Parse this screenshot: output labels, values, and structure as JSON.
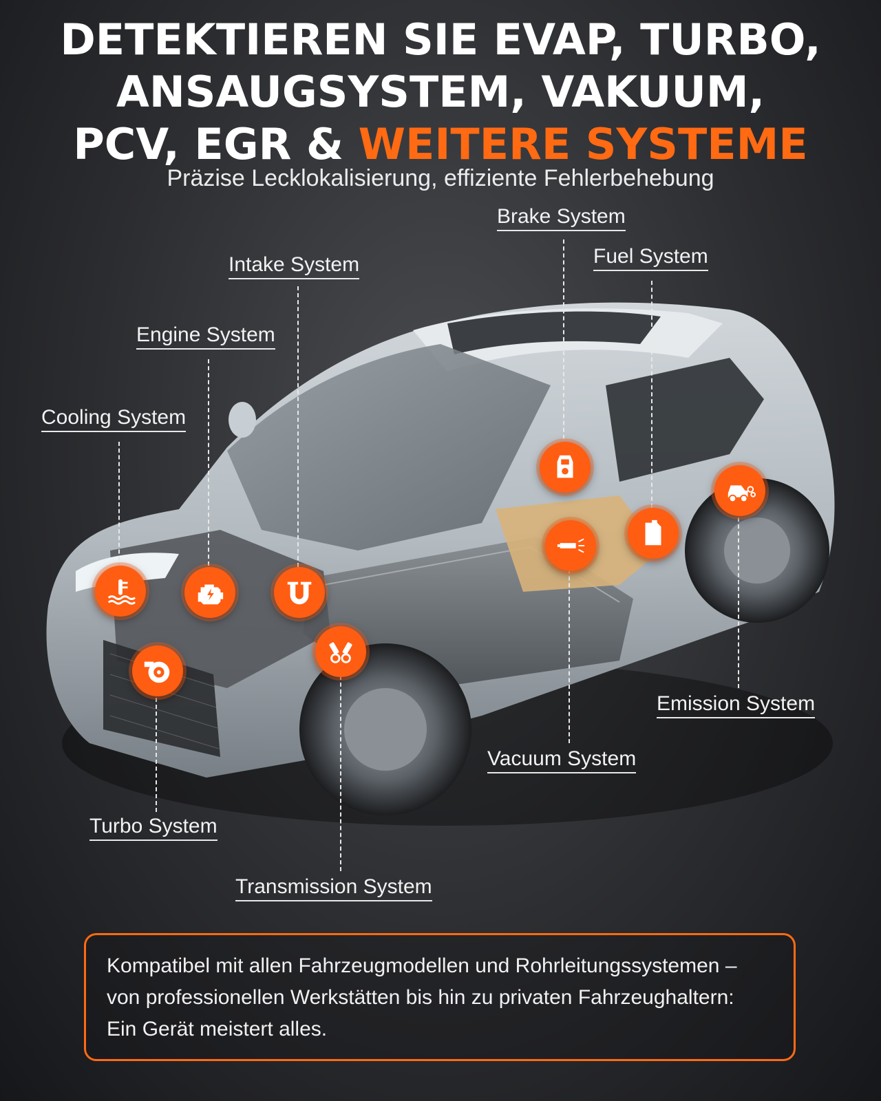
{
  "headline": {
    "line1": "DETEKTIEREN SIE EVAP, TURBO,",
    "line2": "ANSAUGSYSTEM, VAKUUM,",
    "line3_prefix": "PCV, EGR & ",
    "line3_accent": "WEITERE SYSTEME"
  },
  "subtitle": "Präzise Lecklokalisierung, effiziente Fehlerbehebung",
  "labels": {
    "brake": "Brake System",
    "fuel": "Fuel System",
    "intake": "Intake System",
    "engine": "Engine System",
    "cooling": "Cooling System",
    "emission": "Emission System",
    "vacuum": "Vacuum System",
    "turbo": "Turbo System",
    "transmission": "Transmission System"
  },
  "info_box": {
    "line1": "Kompatibel mit allen Fahrzeugmodellen und Rohrleitungssystemen –",
    "line2": "von professionellen Werkstätten bis hin zu privaten Fahrzeughaltern:",
    "line3": "Ein Gerät meistert alles."
  },
  "colors": {
    "accent": "#ff6a13",
    "hotspot": "#ff5d12"
  },
  "icons": [
    "cooling-icon",
    "engine-icon",
    "intake-icon",
    "turbo-icon",
    "transmission-icon",
    "brake-icon",
    "vacuum-icon",
    "fuel-icon",
    "emission-icon"
  ]
}
